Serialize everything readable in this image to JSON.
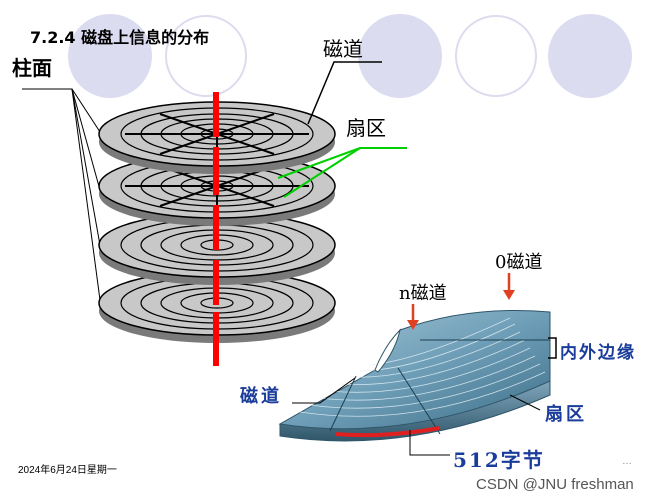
{
  "title": "7.2.4   磁盘上信息的分布",
  "labels": {
    "cylinder": "柱面",
    "track": "磁道",
    "sector": "扇区",
    "n_track": "n磁道",
    "zero_track": "0磁道",
    "inner_outer_edge": "内外边缘",
    "track_bottom": "磁道",
    "sector_bottom": "扇区",
    "bytes": "512字节"
  },
  "footer": {
    "date": "2024年6月24日星期一",
    "page": "…"
  },
  "watermark": "CSDN @JNU freshman",
  "colors": {
    "platter": "#c8c8c8",
    "spindle": "#ff0000",
    "sector_pointer": "#00d000",
    "deco_circle": "#dcdcf0",
    "wedge": "#6f9fb8",
    "annotation_text": "#1a3c9a"
  }
}
